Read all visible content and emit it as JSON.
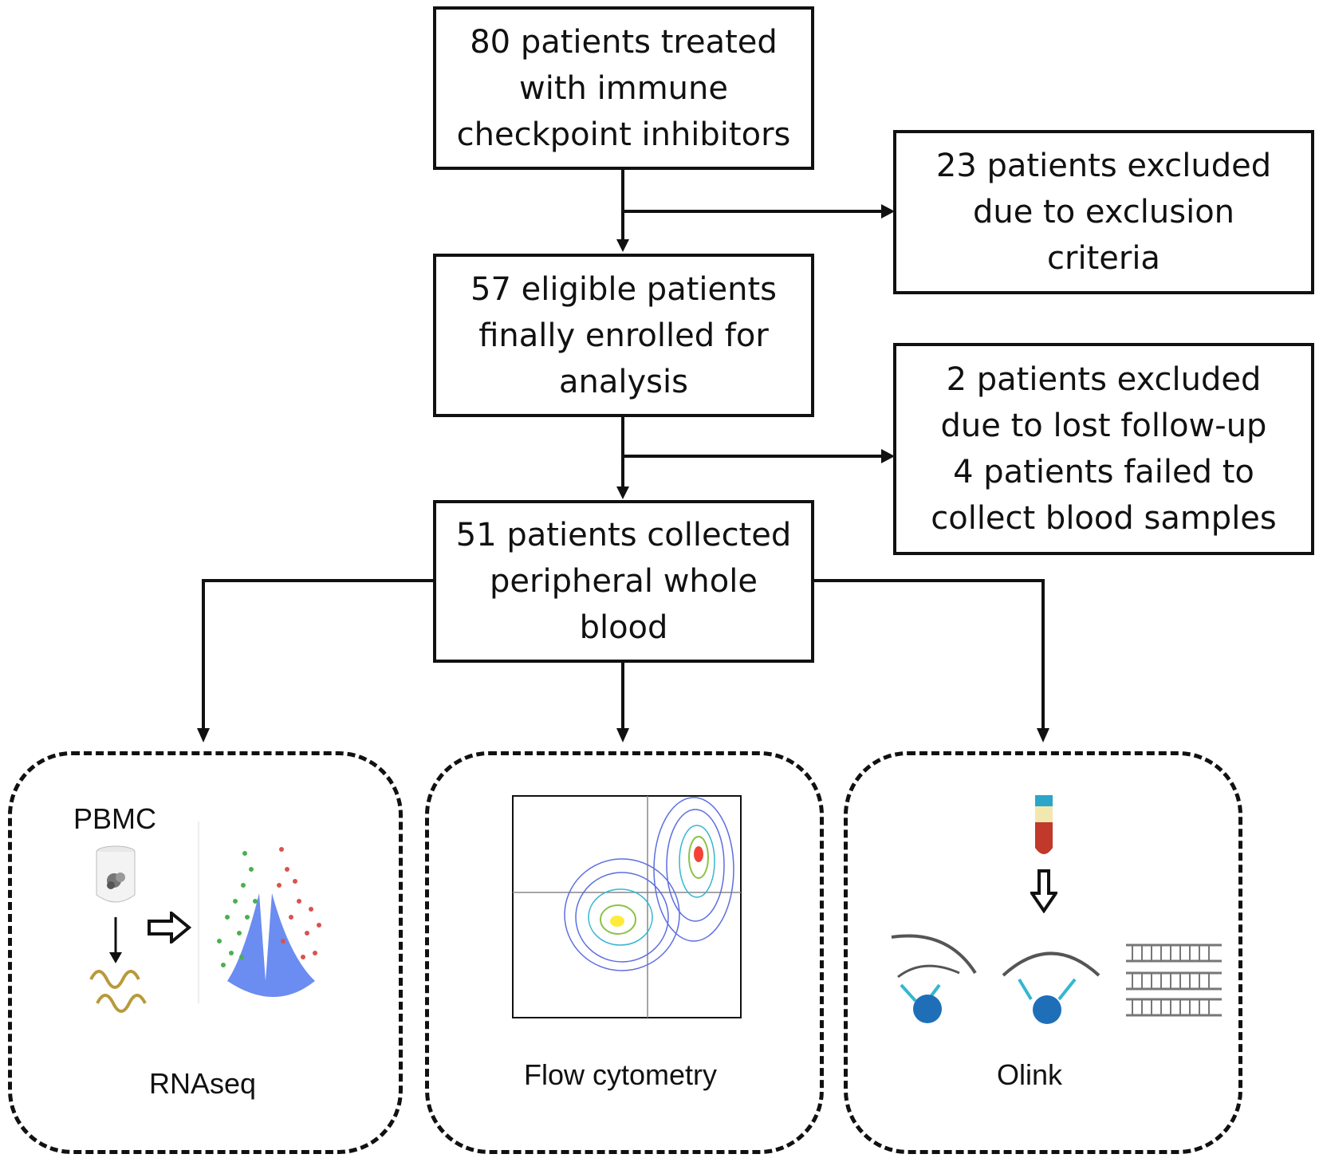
{
  "flow": {
    "box1": "80 patients treated\nwith immune\ncheckpoint inhibitors",
    "box2": "57 eligible patients\nfinally enrolled for\nanalysis",
    "box3": "51 patients collected\nperipheral whole\nblood",
    "exclude1": "23 patients excluded\ndue to exclusion\ncriteria",
    "exclude2": "2 patients excluded\ndue to lost follow-up\n4 patients failed to\ncollect blood samples"
  },
  "panels": {
    "rnaseq": {
      "label": "RNAseq",
      "sublabel": "PBMC"
    },
    "flow": {
      "label": "Flow cytometry"
    },
    "olink": {
      "label": "Olink"
    }
  },
  "colors": {
    "line": "#111111",
    "volcano_up": "#d9534f",
    "volcano_down": "#4caf50",
    "volcano_ns": "#6b8cf0",
    "olink_blue": "#1f6fb8",
    "olink_cyan": "#36b6d0"
  }
}
